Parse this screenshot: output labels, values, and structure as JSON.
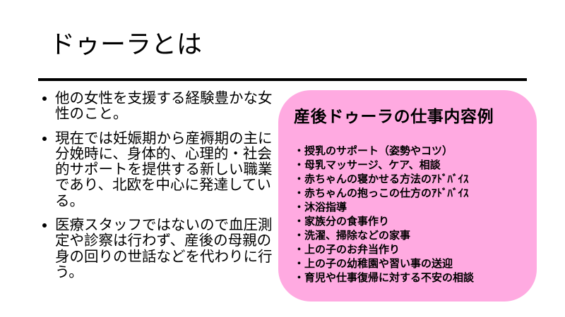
{
  "slide": {
    "title": "ドゥーラとは",
    "left_bullets": [
      "他の女性を支援する経験豊かな女性のこと。",
      "現在では妊娠期から産褥期の主に分娩時に、身体的、心理的・社会的サポートを提供する新しい職業であり、北欧を中心に発達している。",
      "医療スタッフではないので血圧測定や診察は行わず、産後の母親の身の回りの世話などを代わりに行う。"
    ],
    "box": {
      "title": "産後ドゥーラの仕事内容例",
      "background_color": "#ffaae1",
      "items": [
        "・授乳のサポート（姿勢やコツ）",
        "・母乳マッサージ、ケア、相談",
        "・赤ちゃんの寝かせる方法のｱﾄﾞﾊﾞｲｽ",
        "・赤ちゃんの抱っこの仕方のｱﾄﾞﾊﾞｲｽ",
        "・沐浴指導",
        "・家族分の食事作り",
        "・洗濯、掃除などの家事",
        "・上の子のお弁当作り",
        "・上の子の幼稚園や習い事の送迎",
        "・育児や仕事復帰に対する不安の相談"
      ]
    }
  }
}
